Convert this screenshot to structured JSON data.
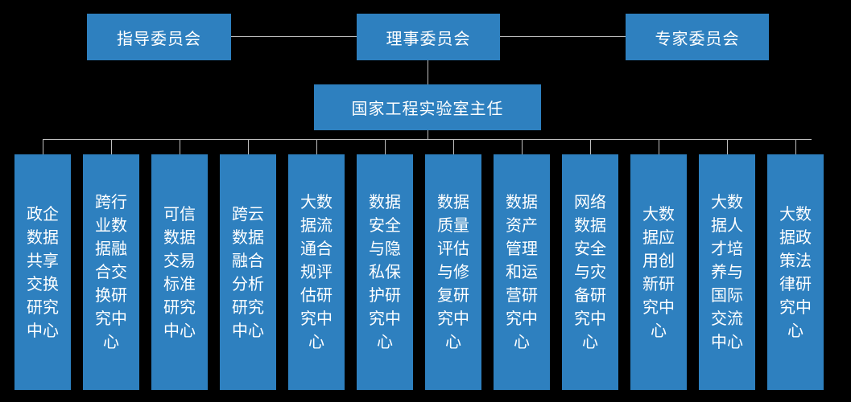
{
  "chart_data": {
    "type": "diagram",
    "title": "国家工程实验室组织架构图",
    "diagram_kind": "org-chart",
    "levels": 3,
    "node_count": 16,
    "colors": {
      "node_fill": "#2E80BF",
      "node_text": "#FFFFFF",
      "background": "#000000",
      "connector": "#BEBEBE"
    },
    "edges": [
      {
        "from": "council",
        "to": "steering"
      },
      {
        "from": "council",
        "to": "expert"
      },
      {
        "from": "council",
        "to": "director"
      },
      {
        "from": "director",
        "to": "center-1"
      },
      {
        "from": "director",
        "to": "center-2"
      },
      {
        "from": "director",
        "to": "center-3"
      },
      {
        "from": "director",
        "to": "center-4"
      },
      {
        "from": "director",
        "to": "center-5"
      },
      {
        "from": "director",
        "to": "center-6"
      },
      {
        "from": "director",
        "to": "center-7"
      },
      {
        "from": "director",
        "to": "center-8"
      },
      {
        "from": "director",
        "to": "center-9"
      },
      {
        "from": "director",
        "to": "center-10"
      },
      {
        "from": "director",
        "to": "center-11"
      },
      {
        "from": "director",
        "to": "center-12"
      }
    ]
  },
  "committees": {
    "steering": "指导委员会",
    "council": "理事委员会",
    "expert": "专家委员会"
  },
  "director": {
    "label": "国家工程实验室主任"
  },
  "centers": [
    {
      "id": "center-1",
      "label": "政企数据共享交换研究中心"
    },
    {
      "id": "center-2",
      "label": "跨行业数据融合交换研究中心"
    },
    {
      "id": "center-3",
      "label": "可信数据交易标准研究中心"
    },
    {
      "id": "center-4",
      "label": "跨云数据融合分析研究中心"
    },
    {
      "id": "center-5",
      "label": "大数据流通合规评估研究中心"
    },
    {
      "id": "center-6",
      "label": "数据安全与隐私保护研究中心"
    },
    {
      "id": "center-7",
      "label": "数据质量评估与修复研究中心"
    },
    {
      "id": "center-8",
      "label": "数据资产管理和运营研究中心"
    },
    {
      "id": "center-9",
      "label": "网络数据安全与灾备研究中心"
    },
    {
      "id": "center-10",
      "label": "大数据应用创新研究中心"
    },
    {
      "id": "center-11",
      "label": "大数据人才培养与国际交流中心"
    },
    {
      "id": "center-12",
      "label": "大数据政策法律研究中心"
    }
  ]
}
